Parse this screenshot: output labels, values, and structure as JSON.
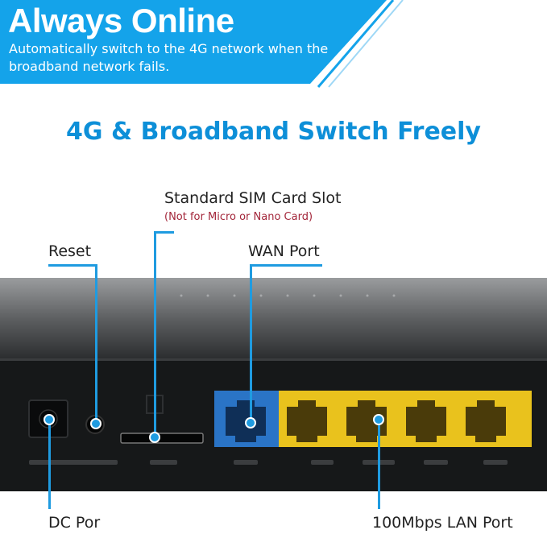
{
  "banner": {
    "title": "Always Online",
    "subtitle": "Automatically switch to the 4G network when the broadband network fails."
  },
  "headline": "4G & Broadband Switch Freely",
  "labels": {
    "sim_slot": "Standard SIM Card Slot",
    "sim_note": "(Not for Micro or Nano Card)",
    "reset": "Reset",
    "wan_port": "WAN Port",
    "dc_port": "DC Por",
    "lan_port": "100Mbps LAN Port"
  },
  "colors": {
    "accent": "#1f9be0",
    "headline": "#0d8fd8",
    "note": "#a3263a",
    "wan": "#2a74c6",
    "lan": "#e9c21d",
    "device": "#161819"
  }
}
